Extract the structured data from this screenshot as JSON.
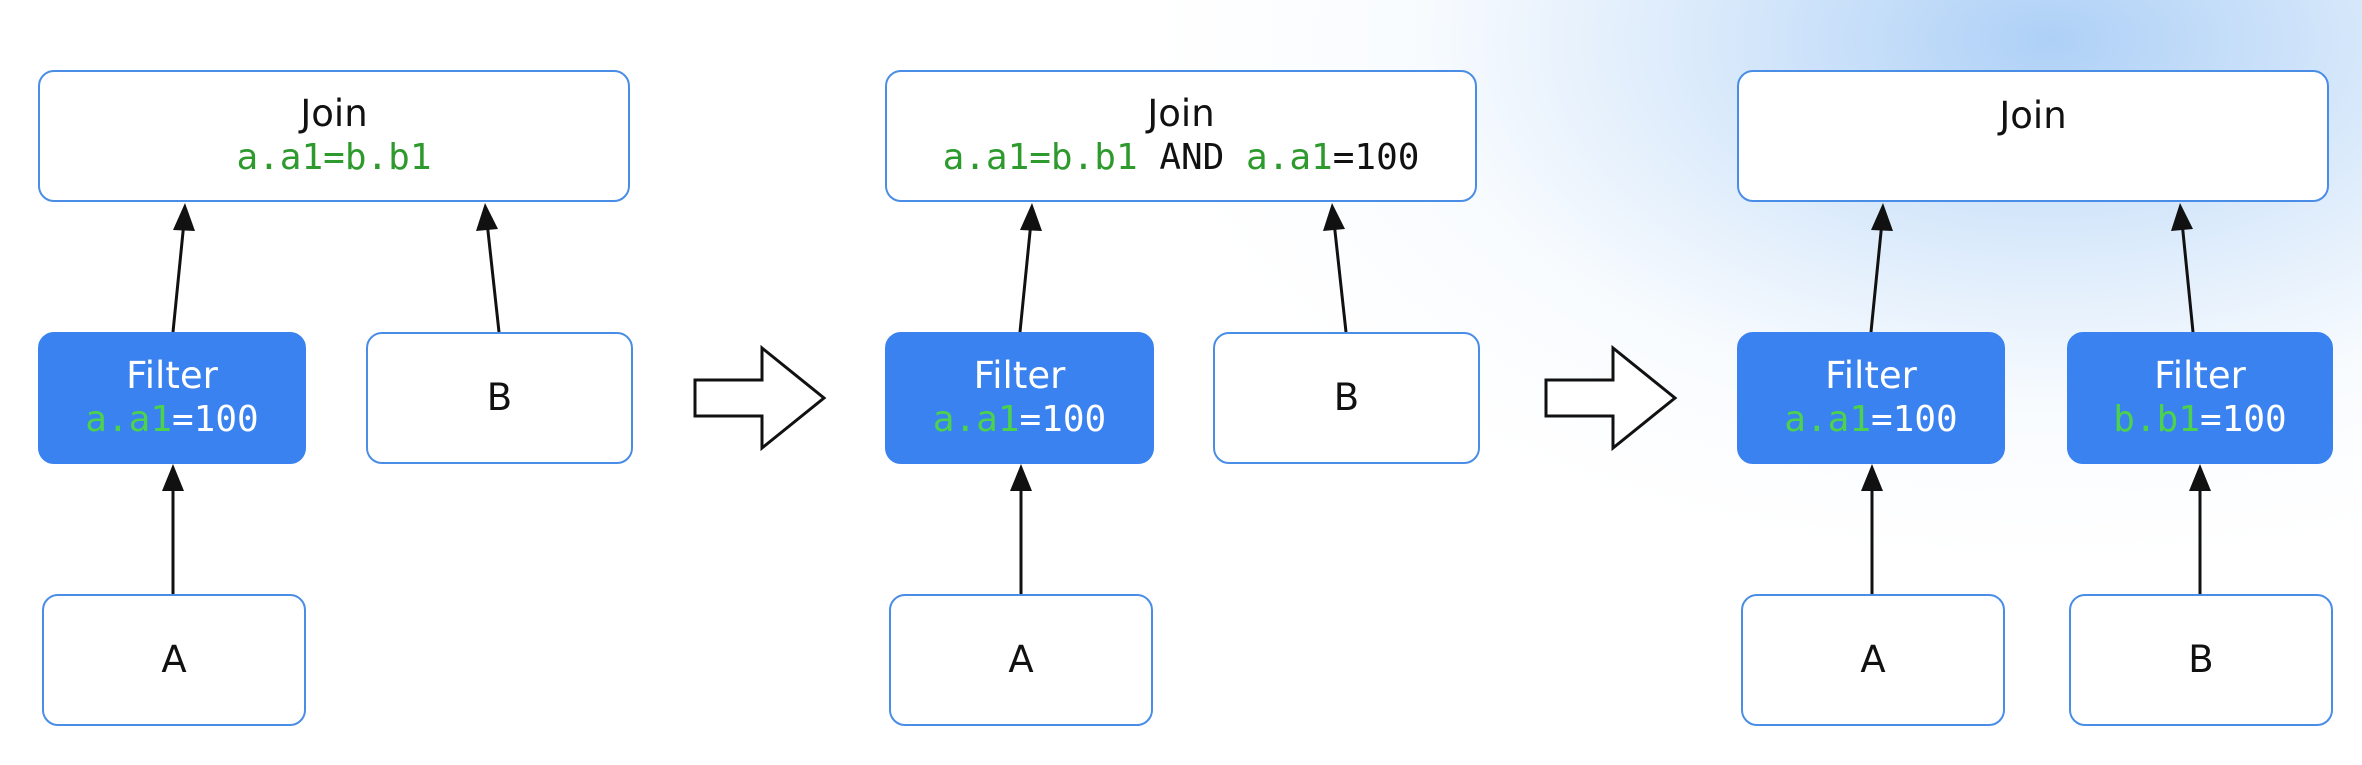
{
  "panels": [
    {
      "join": {
        "title": "Join",
        "cond": {
          "p1": "a.a1=b.b1",
          "p2": "",
          "p3": "",
          "p4": ""
        }
      },
      "filters": [
        {
          "title": "Filter",
          "cond_green": "a.a1",
          "cond_rest": "=100"
        }
      ],
      "b_box": {
        "label": "B"
      },
      "sources": [
        {
          "label": "A"
        }
      ]
    },
    {
      "join": {
        "title": "Join",
        "cond": {
          "p1": "a.a1=b.b1",
          "p2": " AND ",
          "p3": "a.a1",
          "p4": "=100"
        }
      },
      "filters": [
        {
          "title": "Filter",
          "cond_green": "a.a1",
          "cond_rest": "=100"
        }
      ],
      "b_box": {
        "label": "B"
      },
      "sources": [
        {
          "label": "A"
        }
      ]
    },
    {
      "join": {
        "title": "Join"
      },
      "filters": [
        {
          "title": "Filter",
          "cond_green": "a.a1",
          "cond_rest": "=100"
        },
        {
          "title": "Filter",
          "cond_green": "b.b1",
          "cond_rest": "=100"
        }
      ],
      "sources": [
        {
          "label": "A"
        },
        {
          "label": "B"
        }
      ]
    }
  ],
  "colors": {
    "node_border": "#4a8de6",
    "filter_fill": "#3a82f0",
    "cond_green": "#2e9a2e",
    "cond_green_on_blue": "#4cd24c",
    "arrow": "#111111"
  }
}
